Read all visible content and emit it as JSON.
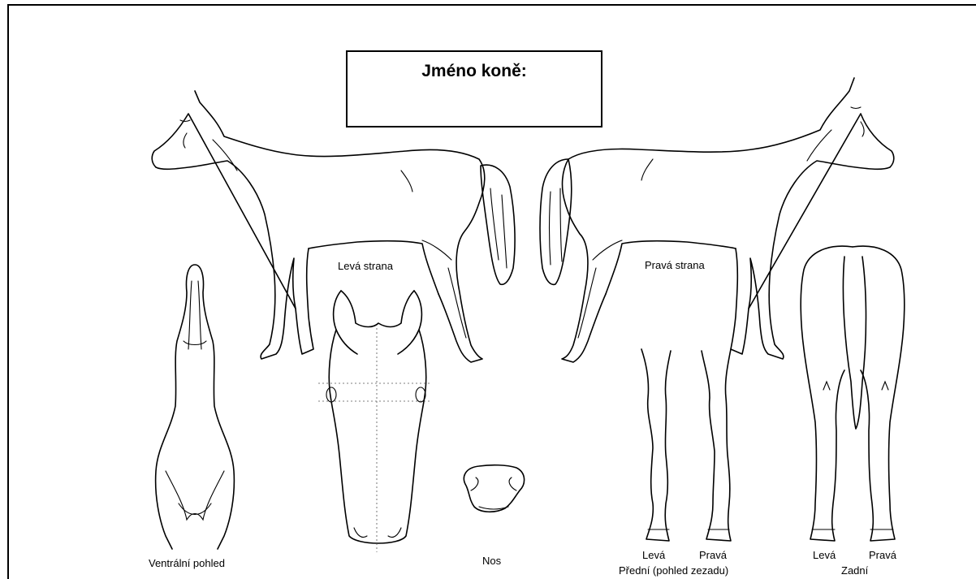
{
  "title": "Jméno koně:",
  "labels": {
    "left_side": "Levá strana",
    "right_side": "Pravá strana",
    "ventral": "Ventrální pohled",
    "nose": "Nos",
    "front_left": "Levá",
    "front_right": "Pravá",
    "front_caption": "Přední (pohled zezadu)",
    "rear_left": "Levá",
    "rear_right": "Pravá",
    "rear_caption": "Zadní"
  }
}
